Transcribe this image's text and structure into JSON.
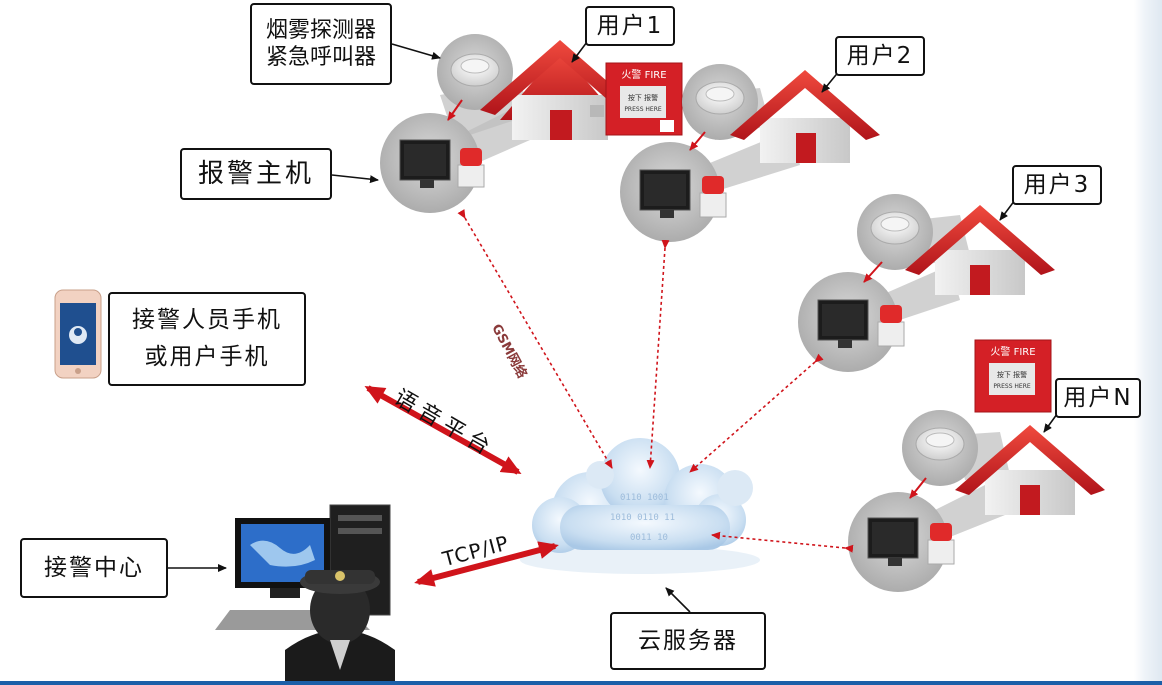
{
  "labels": {
    "detector": [
      "烟雾探测器",
      "紧急呼叫器"
    ],
    "host": "报警主机",
    "user1": "用户1",
    "user2": "用户2",
    "user3": "用户3",
    "userN": "用户N",
    "phone": [
      "接警人员手机",
      "或用户手机"
    ],
    "center": "接警中心",
    "server": "云服务器"
  },
  "edges": {
    "gsm": "GSM网络",
    "voice": "语音平台",
    "tcpip": "TCP/IP"
  },
  "fire_alarm_text": "火警 FIRE",
  "colors": {
    "alarm_red": "#d42026",
    "dotted_red": "#d0141b",
    "cloud": "#cfe2f3",
    "accent_blue": "#1b5fa8"
  }
}
